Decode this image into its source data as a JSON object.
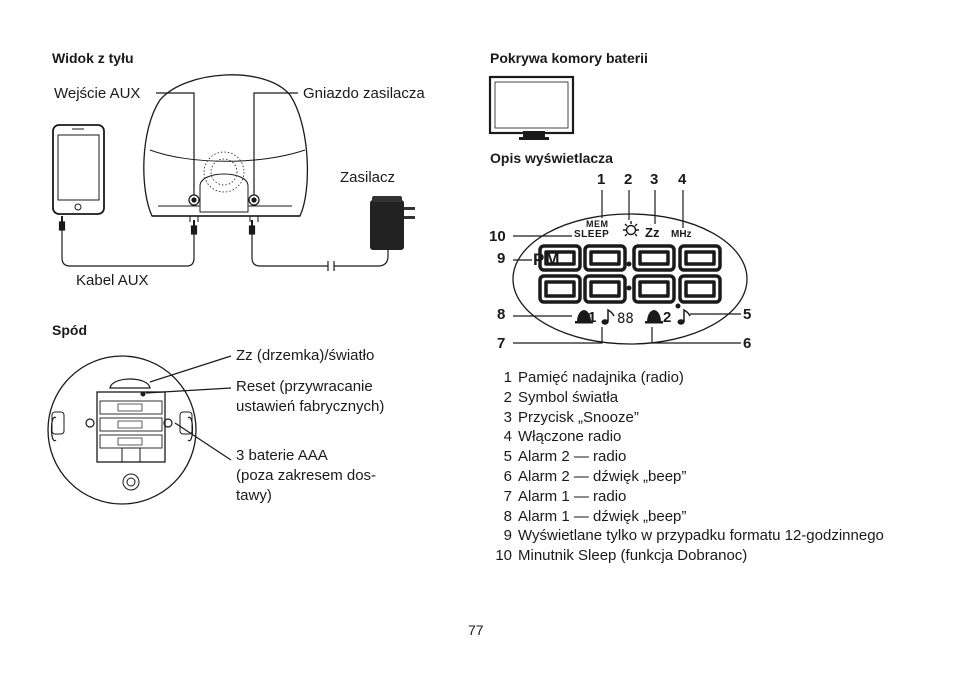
{
  "back_view": {
    "heading": "Widok z tyłu",
    "aux_input": "Wejście AUX",
    "power_socket": "Gniazdo zasilacza",
    "power_adapter": "Zasilacz",
    "aux_cable": "Kabel AUX"
  },
  "bottom_view": {
    "heading": "Spód",
    "snooze_light": "Zz (drzemka)/światło",
    "reset_line1": "Reset (przywracanie",
    "reset_line2": "ustawień fabrycznych)",
    "batteries_line1": "3 baterie AAA",
    "batteries_line2": "(poza zakresem dos-",
    "batteries_line3": "tawy)"
  },
  "battery_cover": {
    "heading": "Pokrywa komory baterii"
  },
  "display": {
    "heading": "Opis wyświetlacza",
    "callouts": [
      "1",
      "2",
      "3",
      "4",
      "5",
      "6",
      "7",
      "8",
      "9",
      "10"
    ],
    "lcd": {
      "mem": "MEM",
      "sleep": "SLEEP",
      "zz": "Zz",
      "mhz": "MHz",
      "pm": "PM",
      "digits": "88:88",
      "small_digits": "88",
      "alarm1": "1",
      "alarm2": "2"
    }
  },
  "legend": [
    {
      "n": "1",
      "text": "Pamięć nadajnika (radio)"
    },
    {
      "n": "2",
      "text": "Symbol światła"
    },
    {
      "n": "3",
      "text": "Przycisk „Snooze”"
    },
    {
      "n": "4",
      "text": "Włączone radio"
    },
    {
      "n": "5",
      "text": "Alarm 2 — radio"
    },
    {
      "n": "6",
      "text": "Alarm 2 — dźwięk „beep”"
    },
    {
      "n": "7",
      "text": "Alarm 1 — radio"
    },
    {
      "n": "8",
      "text": "Alarm 1 — dźwięk „beep”"
    },
    {
      "n": "9",
      "text": "Wyświetlane tylko w przypadku formatu 12-godzinnego"
    },
    {
      "n": "10",
      "text": "Minutnik Sleep (funkcja Dobranoc)"
    }
  ],
  "page_number": "77"
}
